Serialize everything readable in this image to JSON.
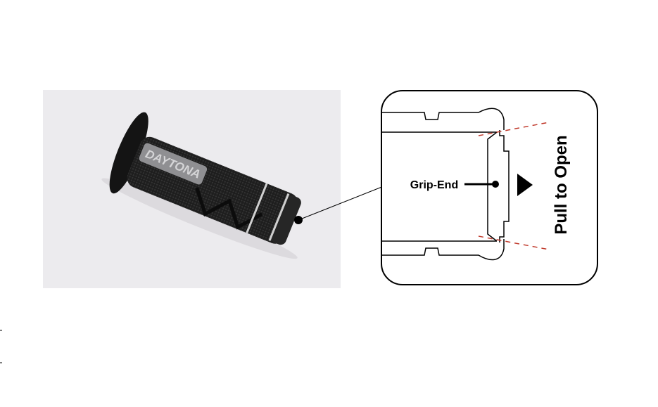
{
  "photo": {
    "brand_text": "DAYTONA"
  },
  "diagram": {
    "callout_label": "Grip-End",
    "action_label": "Pull to Open",
    "dash_color": "#c0392b"
  }
}
